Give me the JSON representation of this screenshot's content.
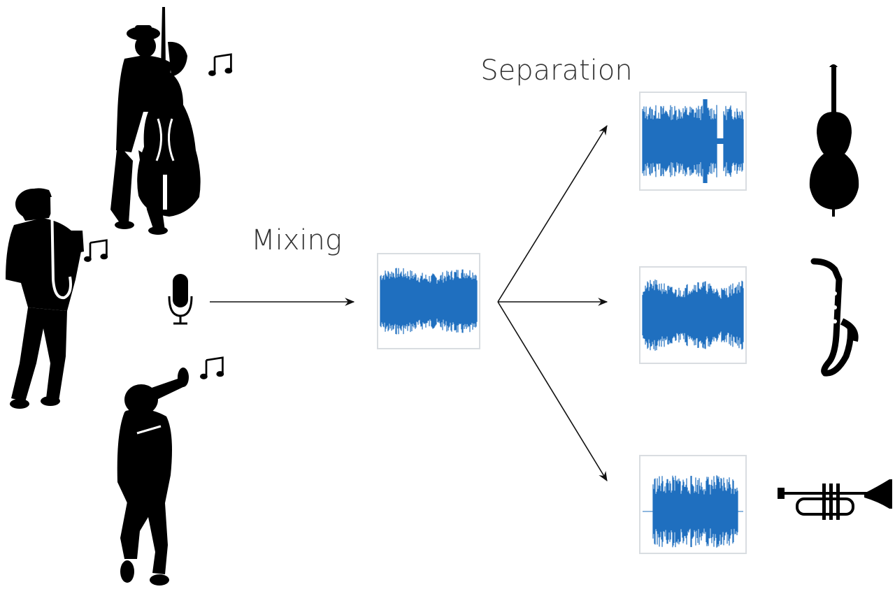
{
  "labels": {
    "mixing": "Mixing",
    "separation": "Separation"
  },
  "colors": {
    "waveform": "#1f6fbf",
    "panel_border": "#d9dde1",
    "silhouette": "#000000",
    "arrow": "#111111"
  },
  "sources": [
    {
      "name": "bassist",
      "note": "music-note-icon"
    },
    {
      "name": "saxophonist",
      "note": "music-note-icon"
    },
    {
      "name": "trumpeter",
      "note": "music-note-icon"
    }
  ],
  "instruments": [
    "double-bass-icon",
    "saxophone-icon",
    "trumpet-icon"
  ],
  "microphone": "microphone-icon"
}
